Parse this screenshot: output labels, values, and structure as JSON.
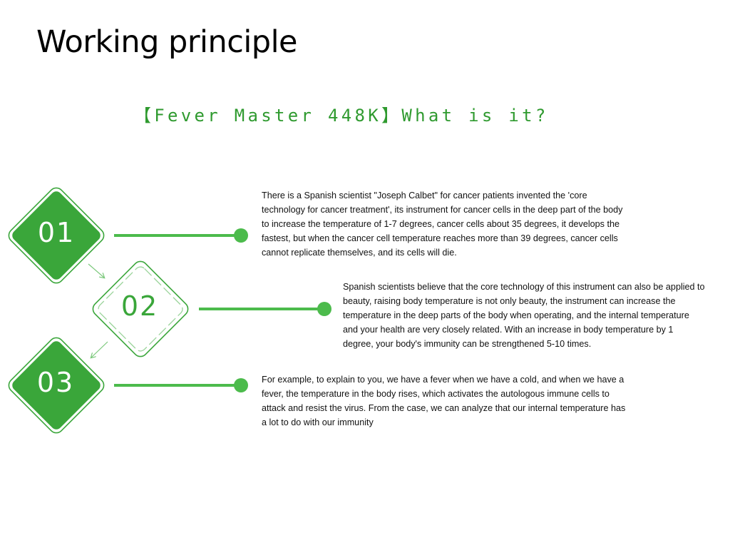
{
  "title": "Working principle",
  "subtitle": "【Fever Master 448K】What is it?",
  "colors": {
    "green": "#3aa63a",
    "green_line": "#4cbb4c",
    "arrow": "#7bc87b",
    "text": "#111111",
    "title": "#000000"
  },
  "steps": [
    {
      "number": "01",
      "text": "There is a Spanish scientist \"Joseph Calbet\" for cancer patients invented the 'core technology for cancer treatment', its instrument for cancer cells in the deep part of the body to increase the temperature of 1-7 degrees, cancer cells about 35 degrees, it develops the fastest, but when the cancer cell temperature reaches more than 39 degrees, cancer cells cannot replicate themselves, and its cells will die."
    },
    {
      "number": "02",
      "text": "Spanish scientists believe that the core technology of this instrument can also be applied to beauty, raising body temperature is not only beauty, the instrument can increase the temperature in the deep parts of the body when operating, and the internal temperature and your health are very closely related. With an increase in body temperature by 1 degree, your body's immunity can be strengthened 5-10 times."
    },
    {
      "number": "03",
      "text": "For example, to explain to you, we have a fever when we have a cold, and when we have a fever, the temperature in the body rises, which activates the autologous immune cells to attack and resist the virus. From the case, we can analyze that our internal temperature has a lot to do with our immunity"
    }
  ]
}
